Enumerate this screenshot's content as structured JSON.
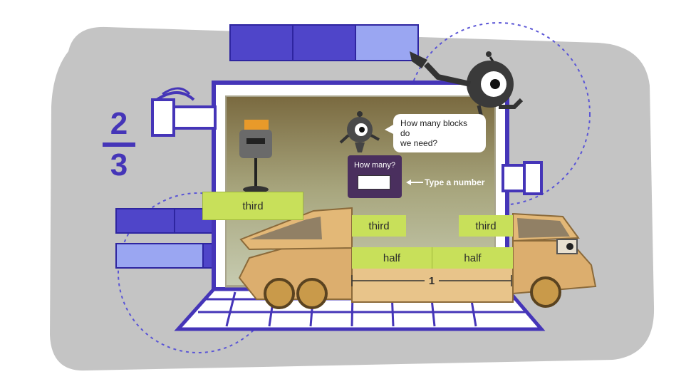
{
  "fraction": {
    "numerator": "2",
    "denominator": "3"
  },
  "speech_bubble": {
    "line1": "How many blocks do",
    "line2": "we need?"
  },
  "answer_panel": {
    "title": "How many?",
    "input_value": ""
  },
  "hint": {
    "text": "Type a number"
  },
  "blocks": {
    "dragging": "third",
    "slot_left": "third",
    "slot_right": "third",
    "half_left": "half",
    "half_right": "half",
    "whole_label": "1"
  },
  "colors": {
    "accent": "#4535b8",
    "block_green": "#c8e05a",
    "panel": "#4a2f5e",
    "background_blob": "#c3c3c3",
    "truck": "#dcae6e"
  },
  "icons": [
    "robot-pointer-icon",
    "robot-assistant-icon",
    "construction-robot-icon",
    "speaker-icon",
    "plug-icon",
    "arrow-left-icon"
  ]
}
